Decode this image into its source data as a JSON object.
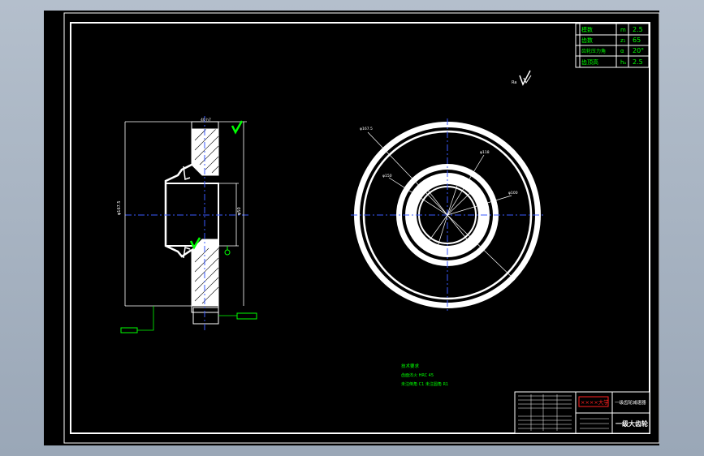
{
  "gear_params": [
    {
      "name": "模数",
      "symbol": "m",
      "value": "2.5"
    },
    {
      "name": "齿数",
      "symbol": "z₁",
      "value": "65"
    },
    {
      "name": "齿轮压力角",
      "symbol": "α",
      "value": "20°"
    },
    {
      "name": "齿顶高",
      "symbol": "hₐ",
      "value": "2.5"
    }
  ],
  "notes": {
    "title": "技术要求",
    "line1": "齿面淬火 HRC 45",
    "line2": "未注倒角 C1  未注圆角 R1"
  },
  "title_block": {
    "school": "××××大学",
    "project": "一级齿轮减速器",
    "drawing_name": "一级大齿轮"
  },
  "colors": {
    "background": "#000000",
    "outline": "#ffffff",
    "annotation": "#00ff00",
    "centerline": "#3a5aff",
    "stamp": "#ff2020"
  }
}
